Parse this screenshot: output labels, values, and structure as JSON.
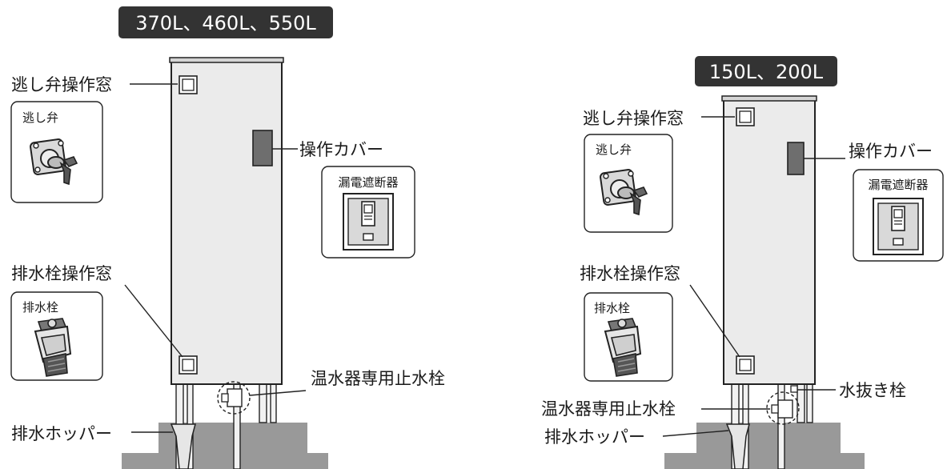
{
  "left": {
    "title": "370L、460L、550L",
    "labels": {
      "relief_window": "逃し弁操作窓",
      "relief_valve": "逃し弁",
      "cover": "操作カバー",
      "breaker": "漏電遮断器",
      "drain_window": "排水栓操作窓",
      "drain_plug": "排水栓",
      "stop_valve": "温水器専用止水栓",
      "hopper": "排水ホッパー"
    }
  },
  "right": {
    "title": "150L、200L",
    "labels": {
      "relief_window": "逃し弁操作窓",
      "relief_valve": "逃し弁",
      "cover": "操作カバー",
      "breaker": "漏電遮断器",
      "drain_window": "排水栓操作窓",
      "drain_plug": "排水栓",
      "water_drain": "水抜き栓",
      "stop_valve": "温水器専用止水栓",
      "hopper": "排水ホッパー"
    }
  },
  "colors": {
    "tank_fill": "#ebebeb",
    "foundation": "#999999",
    "title_bg": "#333333",
    "cover": "#6e6e6e"
  }
}
